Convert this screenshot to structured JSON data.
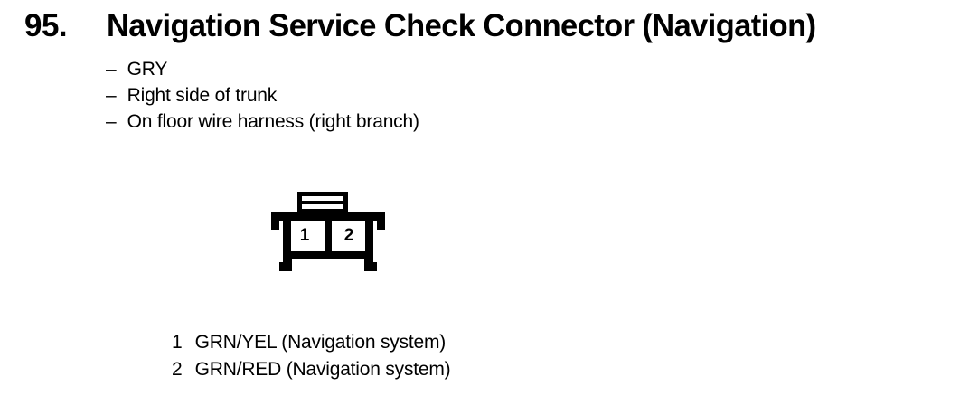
{
  "page": {
    "background_color": "#ffffff",
    "ink_color": "#000000"
  },
  "heading": {
    "number": "95.",
    "title": "Navigation Service Check Connector (Navigation)"
  },
  "spec_list": {
    "bullet_glyph": "–",
    "items": [
      {
        "text": "GRY"
      },
      {
        "text": "Right side of trunk"
      },
      {
        "text": "On floor wire harness (right branch)"
      }
    ]
  },
  "connector": {
    "name": "2-pin-connector-outline",
    "cavity_count": 2,
    "pin_labels": [
      "1",
      "2"
    ]
  },
  "pin_legend": {
    "rows": [
      {
        "pin": "1",
        "description": "GRN/YEL (Navigation system)"
      },
      {
        "pin": "2",
        "description": "GRN/RED (Navigation system)"
      }
    ]
  }
}
